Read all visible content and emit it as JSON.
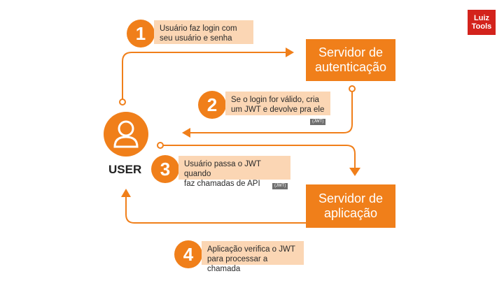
{
  "logo": {
    "line1": "Luiz",
    "line2": "Tools"
  },
  "user": {
    "label": "USER"
  },
  "servers": {
    "auth": {
      "line1": "Servidor de",
      "line2": "autenticação"
    },
    "app": {
      "line1": "Servidor de",
      "line2": "aplicação"
    }
  },
  "steps": [
    {
      "number": "1",
      "line1": "Usuário faz login com",
      "line2": "seu usuário e senha"
    },
    {
      "number": "2",
      "line1": "Se o login for válido, cria",
      "line2": "um JWT e devolve pra ele",
      "tag": "(JWT)"
    },
    {
      "number": "3",
      "line1": "Usuário passa o JWT quando",
      "line2": "faz chamadas de API",
      "tag": "(JWT)"
    },
    {
      "number": "4",
      "line1": "Aplicação verifica o JWT",
      "line2": "para processar a chamada"
    }
  ],
  "colors": {
    "accent": "#f07f1a",
    "accent_light": "#fbd6b4",
    "tag": "#6f6f6f",
    "logo": "#d3231c"
  }
}
